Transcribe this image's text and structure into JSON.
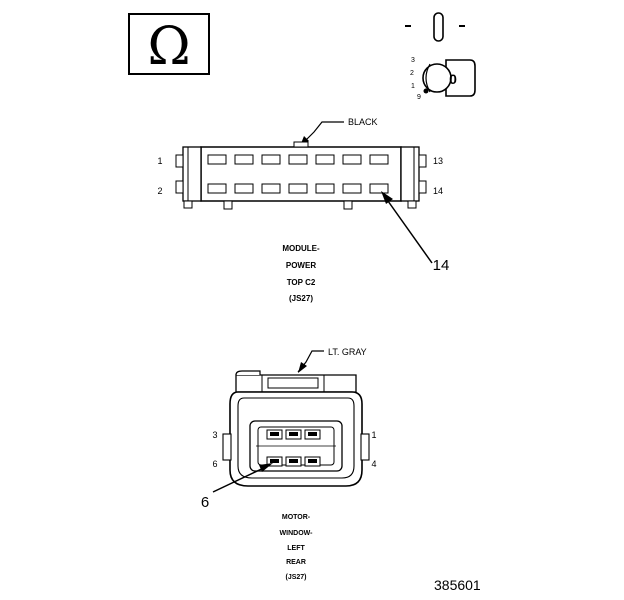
{
  "ohm_symbol": "Ω",
  "key_switch": {
    "positions": [
      "3",
      "2",
      "1",
      "9"
    ],
    "key_label": "0"
  },
  "connector_top": {
    "color_label": "BLACK",
    "pins": {
      "top_left": "1",
      "bottom_left": "2",
      "top_right": "13",
      "bottom_right": "14"
    },
    "callout": "14",
    "name_lines": [
      "MODULE-",
      "POWER",
      "TOP C2",
      "(JS27)"
    ]
  },
  "connector_bottom": {
    "color_label": "LT. GRAY",
    "pins": {
      "top_left": "3",
      "bottom_left": "6",
      "top_right": "1",
      "bottom_right": "4"
    },
    "callout": "6",
    "name_lines": [
      "MOTOR-",
      "WINDOW-",
      "LEFT",
      "REAR",
      "(JS27)"
    ]
  },
  "figure_number": "385601"
}
